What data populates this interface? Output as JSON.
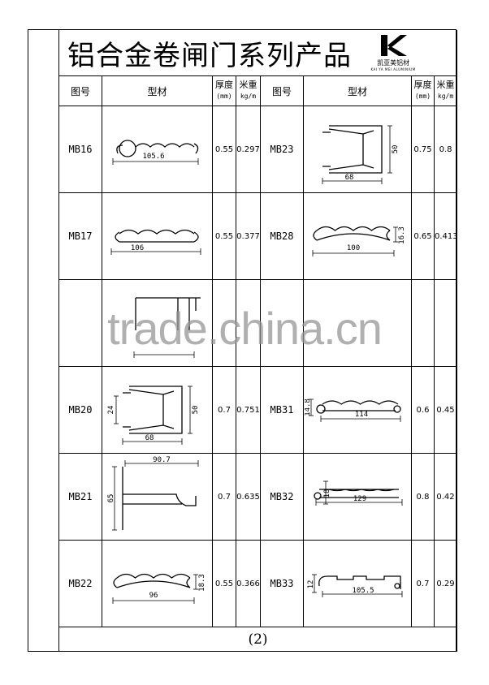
{
  "title": "铝合金卷闸门系列产品",
  "logo": {
    "cn": "凯亚美铝材",
    "en": "KAI YA MEI ALUMINIUM"
  },
  "headers": {
    "code": "图号",
    "profile": "型材",
    "thickness": "厚度",
    "thickness_unit": "(mm)",
    "weight": "米重",
    "weight_unit": "kg/m"
  },
  "rows": [
    {
      "left": {
        "code": "MB16",
        "shape": "wave-scroll",
        "dims": [
          "105.6"
        ],
        "thickness": "0.55",
        "weight": "0.297"
      },
      "right": {
        "code": "MB23",
        "shape": "box",
        "dims": [
          "68",
          "50"
        ],
        "thickness": "0.75",
        "weight": "0.8"
      }
    },
    {
      "left": {
        "code": "MB17",
        "shape": "wave",
        "dims": [
          "106"
        ],
        "thickness": "0.55",
        "weight": "0.377"
      },
      "right": {
        "code": "MB28",
        "shape": "wave-arch",
        "dims": [
          "100",
          "16.3"
        ],
        "thickness": "0.65",
        "weight": "0.413"
      }
    },
    {
      "left": {
        "code": "",
        "shape": "partial",
        "dims": [],
        "thickness": "",
        "weight": ""
      },
      "right": {
        "code": "",
        "shape": "none",
        "dims": [],
        "thickness": "",
        "weight": ""
      }
    },
    {
      "left": {
        "code": "MB20",
        "shape": "box-full",
        "dims": [
          "68",
          "50",
          "24"
        ],
        "thickness": "0.7",
        "weight": "0.751"
      },
      "right": {
        "code": "MB31",
        "shape": "wave-long",
        "dims": [
          "114",
          "14.8"
        ],
        "thickness": "0.6",
        "weight": "0.45"
      }
    },
    {
      "left": {
        "code": "MB21",
        "shape": "tee",
        "dims": [
          "90.7",
          "65"
        ],
        "thickness": "0.7",
        "weight": "0.635"
      },
      "right": {
        "code": "MB32",
        "shape": "flat-ribbed",
        "dims": [
          "129",
          "18"
        ],
        "thickness": "0.8",
        "weight": "0.42"
      }
    },
    {
      "left": {
        "code": "MB22",
        "shape": "wave-arch",
        "dims": [
          "96",
          "18.3"
        ],
        "thickness": "0.55",
        "weight": "0.366"
      },
      "right": {
        "code": "MB33",
        "shape": "flat",
        "dims": [
          "105.5",
          "12"
        ],
        "thickness": "0.7",
        "weight": "0.29"
      }
    }
  ],
  "footer": "(2)",
  "watermark": "trade.china.cn"
}
